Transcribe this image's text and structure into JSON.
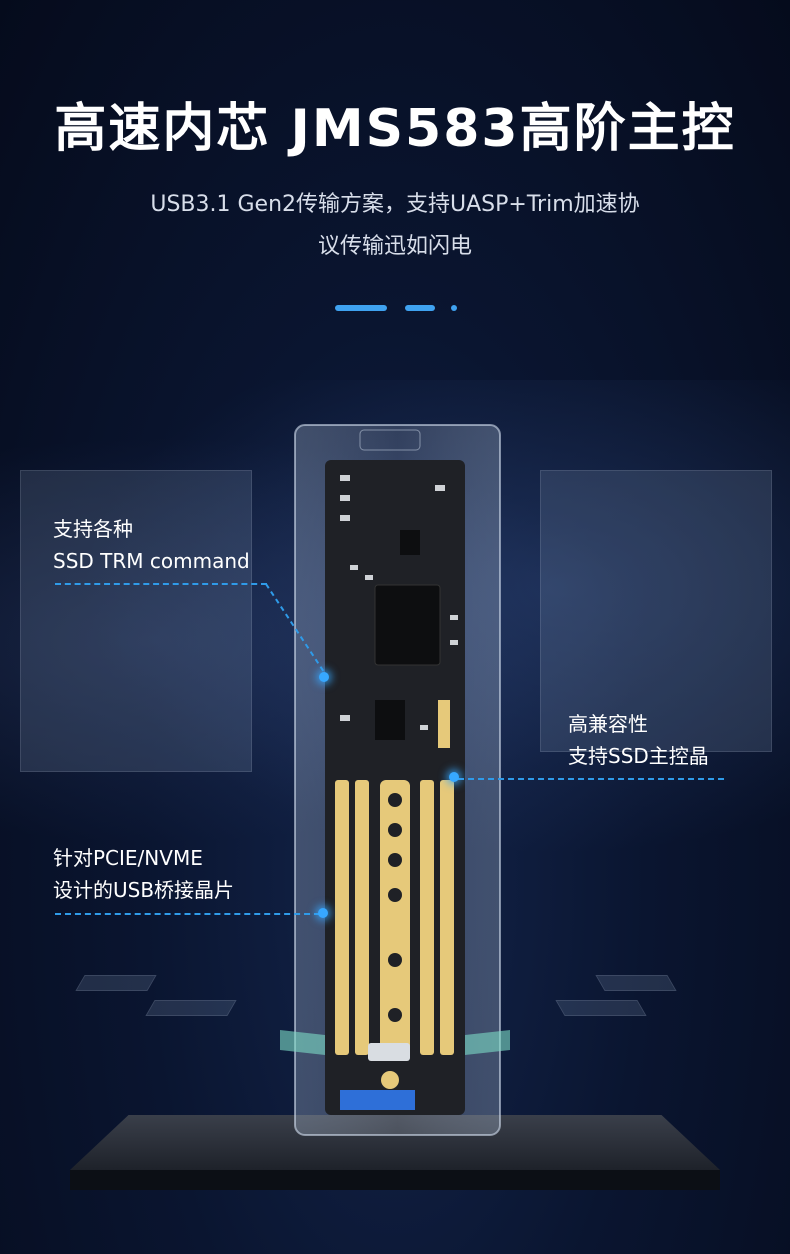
{
  "header": {
    "title": "高速内芯 JMS583高阶主控",
    "subtitle_line1": "USB3.1 Gen2传输方案，支持UASP+Trim加速协",
    "subtitle_line2": "议传输迅如闪电"
  },
  "callouts": {
    "left_top": {
      "line1": "支持各种",
      "line2": "SSD TRM command"
    },
    "right_mid": {
      "line1": "高兼容性",
      "line2": "支持SSD主控晶"
    },
    "left_bottom": {
      "line1": "针对PCIE/NVME",
      "line2": "设计的USB桥接晶片"
    }
  },
  "colors": {
    "accent": "#3fa2f0",
    "background": "#0a1530",
    "pcb": "#1f2126",
    "gold": "#e6c97a"
  }
}
